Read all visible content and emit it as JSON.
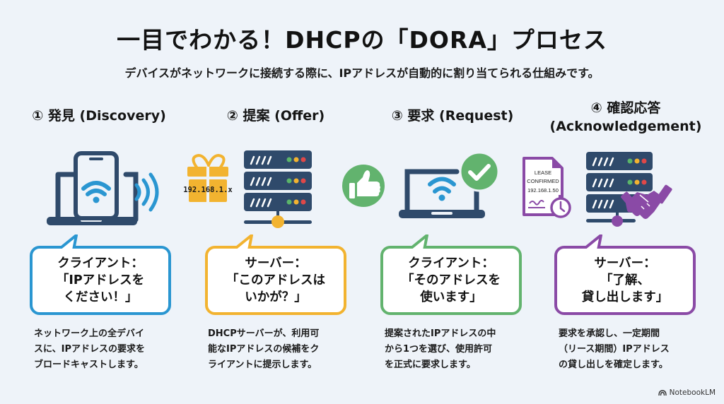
{
  "header": {
    "title": "一目でわかる！DHCPの「DORA」プロセス",
    "subtitle": "デバイスがネットワークに接続する際に、IPアドレスが自動的に割り当てられる仕組みです。"
  },
  "colors": {
    "background": "#eef3f9",
    "navy": "#2f4a6b",
    "blue": "#2a96d1",
    "orange": "#f2b330",
    "green": "#62b36e",
    "purple": "#8a4aa6"
  },
  "steps": [
    {
      "number": "①",
      "title": "① 発見 (Discovery)",
      "icon": "laptop-phone-wifi-broadcast",
      "bubble": "クライアント：\n「IPアドレスを\nください！」",
      "description": "ネットワーク上の全デバイ\nスに、IPアドレスの要求を\nブロードキャストします。",
      "color": "#2a96d1"
    },
    {
      "number": "②",
      "title": "② 提案 (Offer)",
      "icon": "gift-server",
      "gift_label": "192.168.1.x",
      "bubble": "サーバー：\n「このアドレスは\nいかが？」",
      "description": "DHCPサーバーが、利用可\n能なIPアドレスの候補をク\nライアントに提示します。",
      "color": "#f2b330"
    },
    {
      "number": "③",
      "title": "③ 要求 (Request)",
      "icon": "thumbs-up-laptop-check",
      "bubble": "クライアント：\n「そのアドレスを\n使います」",
      "description": "提案されたIPアドレスの中\nから1つを選び、使用許可\nを正式に要求します。",
      "color": "#62b36e"
    },
    {
      "number": "④",
      "title_line1": "④ 確認応答",
      "title_line2": "(Acknowledgement)",
      "icon": "lease-document-server-handshake",
      "document": {
        "line1": "LEASE",
        "line2": "CONFIRMED",
        "ip": "192.168.1.50"
      },
      "bubble": "サーバー：\n「了解、\n貸し出します」",
      "description": "要求を承認し、一定期間\n（リース期間）IPアドレス\nの貸し出しを確定します。",
      "color": "#8a4aa6"
    }
  ],
  "footer": {
    "brand": "NotebookLM"
  }
}
